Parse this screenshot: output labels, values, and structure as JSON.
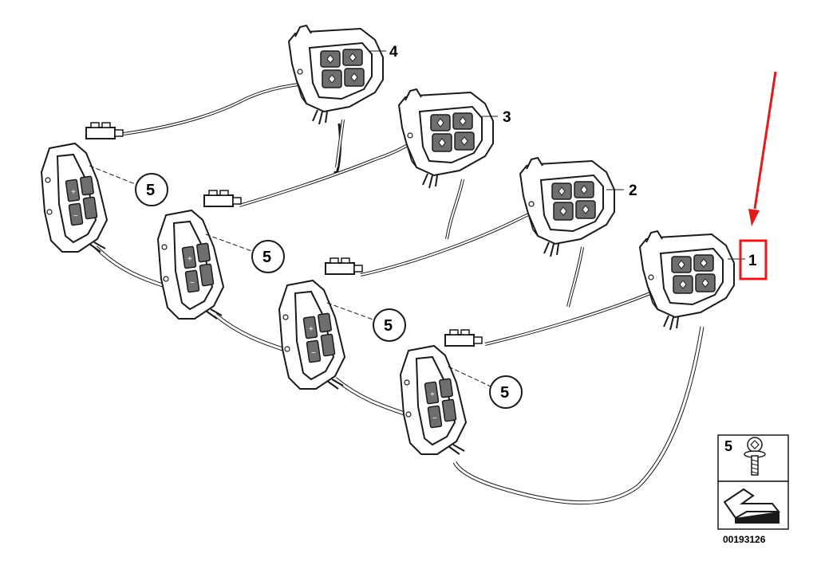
{
  "parts": [
    {
      "number": "1",
      "highlighted": true
    },
    {
      "number": "2",
      "highlighted": false
    },
    {
      "number": "3",
      "highlighted": false
    },
    {
      "number": "4",
      "highlighted": false
    }
  ],
  "screw_callouts": [
    "5",
    "5",
    "5",
    "5"
  ],
  "legend": {
    "item_number": "5",
    "screw_icon": "screw-icon",
    "tool_icon": "install-direction-arrow-icon"
  },
  "diagram_id": "00193126",
  "highlight": {
    "target_part": "1",
    "color": "#e3191c",
    "shape": "box-with-arrow"
  },
  "colors": {
    "line": "#1a1a1a",
    "button_fill": "#777777",
    "panel_fill": "#ffffff",
    "highlight": "#e3191c"
  }
}
